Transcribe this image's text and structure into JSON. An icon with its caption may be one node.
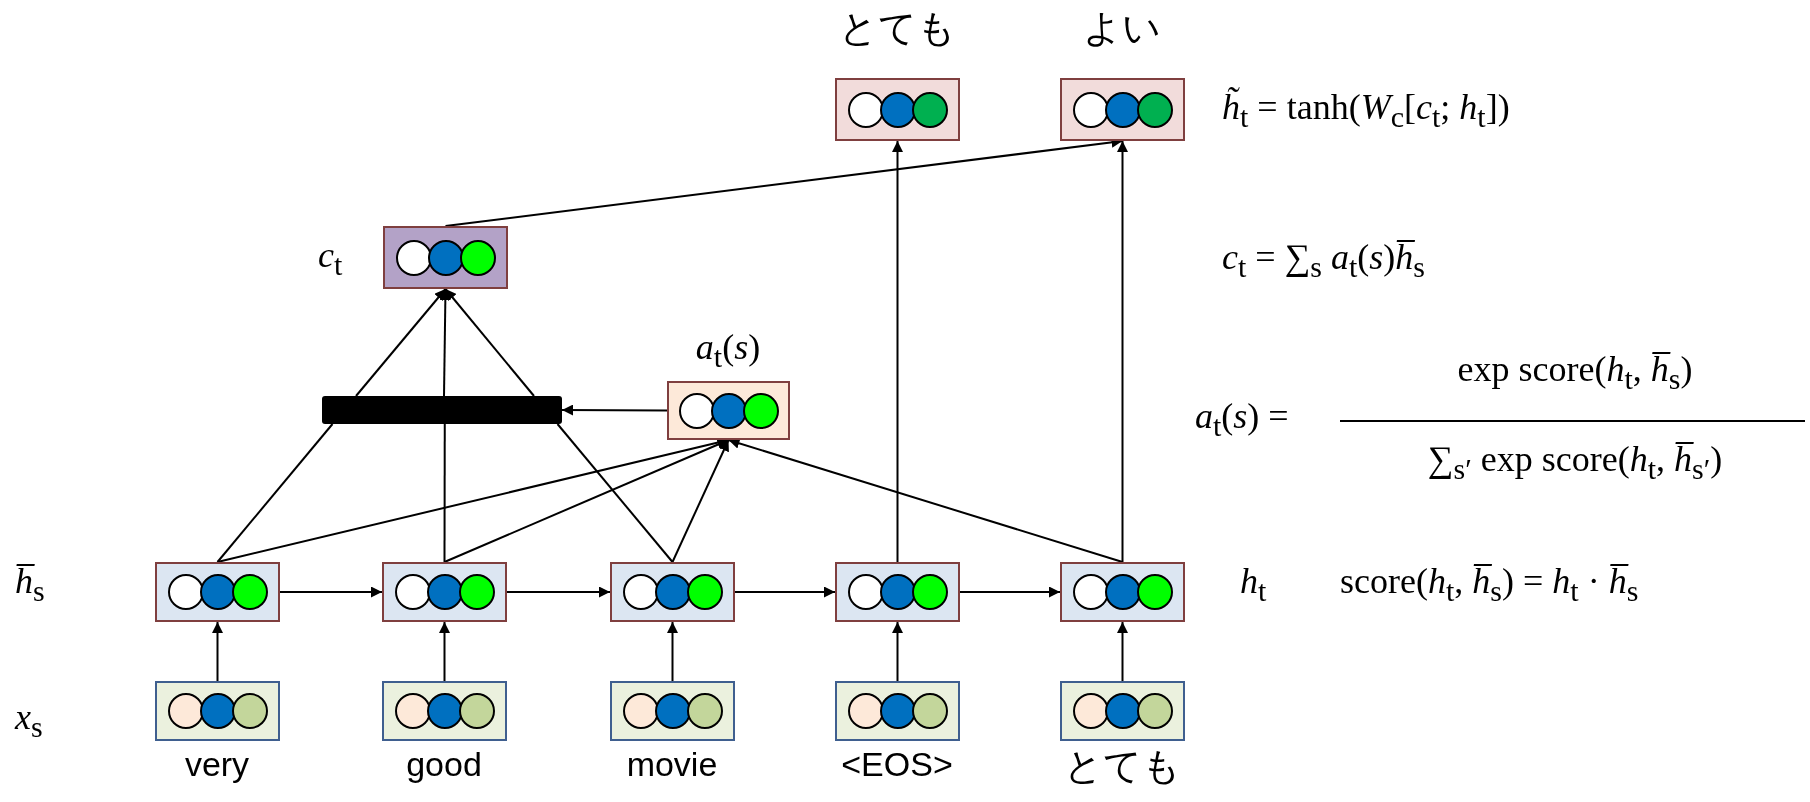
{
  "diagram": {
    "nodes": [
      {
        "text": [],
        "shape": "box",
        "beside": [
          "とても"
        ]
      },
      {
        "text": [],
        "shape": "box",
        "beside": [
          "よい"
        ]
      },
      {
        "text": [],
        "shape": "box",
        "beside": [
          "*c*$_{t}$"
        ]
      },
      {
        "text": [],
        "shape": "bar"
      },
      {
        "text": [],
        "shape": "box",
        "beside": [
          "*a*$_{t}$(*s*)"
        ]
      },
      {
        "text": [],
        "shape": "box"
      },
      {
        "text": [],
        "shape": "box"
      },
      {
        "text": [],
        "shape": "box"
      },
      {
        "text": [],
        "shape": "box"
      },
      {
        "text": [],
        "shape": "box"
      },
      {
        "text": [],
        "shape": "box",
        "beside": [
          "very"
        ]
      },
      {
        "text": [],
        "shape": "box",
        "beside": [
          "good"
        ]
      },
      {
        "text": [],
        "shape": "box",
        "beside": [
          "movie"
        ]
      },
      {
        "text": [],
        "shape": "box",
        "beside": [
          "<EOS>"
        ]
      },
      {
        "text": [],
        "shape": "box",
        "beside": [
          "とても"
        ]
      }
    ],
    "edges": [
      {
        "from": 10,
        "to": 5,
        "arrow": "to"
      },
      {
        "from": 11,
        "to": 6,
        "arrow": "to"
      },
      {
        "from": 12,
        "to": 7,
        "arrow": "to"
      },
      {
        "from": 13,
        "to": 8,
        "arrow": "to"
      },
      {
        "from": 14,
        "to": 9,
        "arrow": "to"
      },
      {
        "from": 5,
        "to": 6,
        "arrow": "to"
      },
      {
        "from": 6,
        "to": 7,
        "arrow": "to"
      },
      {
        "from": 7,
        "to": 8,
        "arrow": "to"
      },
      {
        "from": 8,
        "to": 9,
        "arrow": "to"
      },
      {
        "from": 5,
        "to": 3,
        "arrow": "none"
      },
      {
        "from": 6,
        "to": 3,
        "arrow": "none"
      },
      {
        "from": 7,
        "to": 3,
        "arrow": "none"
      },
      {
        "from": 3,
        "to": 2,
        "arrow": "to"
      },
      {
        "from": 3,
        "to": 2,
        "arrow": "to"
      },
      {
        "from": 3,
        "to": 2,
        "arrow": "to"
      },
      {
        "from": 5,
        "to": 4,
        "arrow": "to"
      },
      {
        "from": 6,
        "to": 4,
        "arrow": "to"
      },
      {
        "from": 7,
        "to": 4,
        "arrow": "to"
      },
      {
        "from": 9,
        "to": 4,
        "arrow": "to"
      },
      {
        "from": 4,
        "to": 3,
        "arrow": "to"
      },
      {
        "from": 2,
        "to": 1,
        "arrow": "to"
      },
      {
        "from": 8,
        "to": 0,
        "arrow": "to"
      },
      {
        "from": 9,
        "to": 1,
        "arrow": "to"
      }
    ],
    "labels": [
      "*h̃*$_{t}$ = tanh(*W*$_{c}$[*c*$_{t}$; *h*$_{t}$])",
      "*c*$_{t}$ = ∑$_{s}$ *a*$_{t}$(*s*)*h̅*$_{s}$",
      "exp score(*h*$_{t}$, *h̅*$_{s}$)",
      "*a*$_{t}$(*s*) =",
      "∑$_{s′}$ exp score(*h*$_{t}$, *h̅*$_{s′}$)",
      "*h̅*$_{s}$",
      "*h*$_{t}$",
      "score(*h*$_{t}$, *h̅*$_{s}$) = *h*$_{t}$ · *h̅*$_{s}$",
      "*x*$_{s}$"
    ]
  }
}
